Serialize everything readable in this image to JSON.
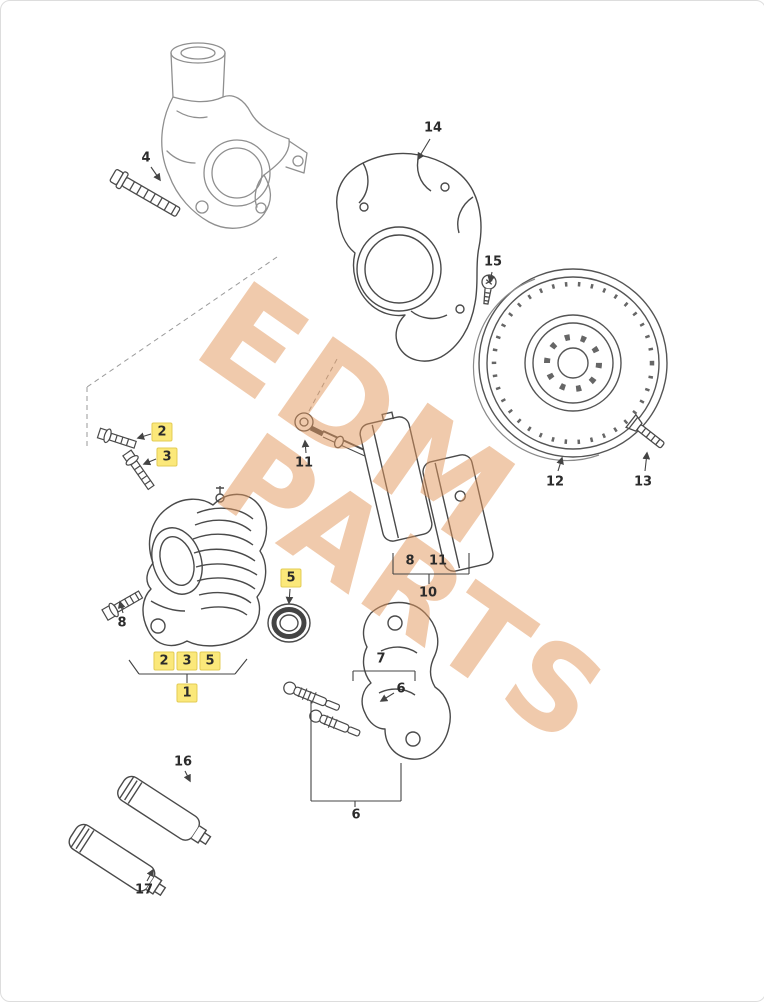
{
  "watermark": {
    "line1": "EDM",
    "line2": "PARTS",
    "color": "#e2975c"
  },
  "colors": {
    "highlight-bg": "#fbe87a",
    "highlight-border": "#e3cc55",
    "label-text": "#2b2b2b",
    "line": "#4a4a4a"
  },
  "callouts": [
    {
      "label": "4",
      "highlighted": false
    },
    {
      "label": "14",
      "highlighted": false
    },
    {
      "label": "15",
      "highlighted": false
    },
    {
      "label": "11",
      "highlighted": false
    },
    {
      "label": "2",
      "highlighted": true
    },
    {
      "label": "3",
      "highlighted": true
    },
    {
      "label": "8",
      "highlighted": false
    },
    {
      "label": "11",
      "highlighted": false
    },
    {
      "label": "10",
      "highlighted": false
    },
    {
      "label": "12",
      "highlighted": false
    },
    {
      "label": "13",
      "highlighted": false
    },
    {
      "label": "5",
      "highlighted": true
    },
    {
      "label": "8",
      "highlighted": false
    },
    {
      "label": "2",
      "highlighted": true
    },
    {
      "label": "3",
      "highlighted": true
    },
    {
      "label": "5",
      "highlighted": true
    },
    {
      "label": "1",
      "highlighted": true
    },
    {
      "label": "7",
      "highlighted": false
    },
    {
      "label": "6",
      "highlighted": false
    },
    {
      "label": "6",
      "highlighted": false
    },
    {
      "label": "16",
      "highlighted": false
    },
    {
      "label": "17",
      "highlighted": false
    }
  ]
}
